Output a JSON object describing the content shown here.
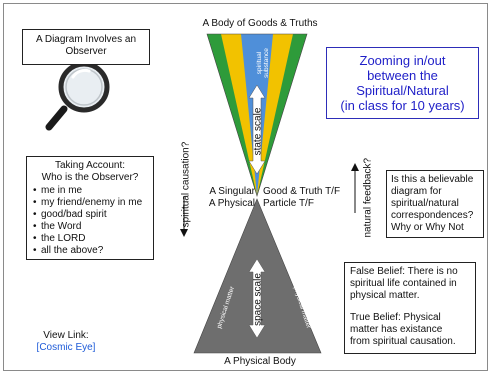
{
  "diagram": {
    "top_label": "A Body of Goods & Truths",
    "bottom_label": "A Physical Body",
    "state_scale": "state scale",
    "space_scale": "space scale",
    "spiritual_substance": "spiritual substance",
    "physical_matter": "physical matter",
    "singular_line1": "A Singular",
    "singular_line2": "A Physical",
    "good_truth_line1": "Good & Truth T/F",
    "good_truth_line2": "Particle T/F",
    "spiritual_causation": "spiritual causation?",
    "natural_feedback": "natural feedback?",
    "colors": {
      "green": "#2e9b3a",
      "yellow": "#f2c200",
      "blue": "#4f8fd9",
      "gray": "#6e6e6e",
      "title_blue": "#1f1fc8",
      "link": "#1e5bd8"
    }
  },
  "observer_box": {
    "text": "A Diagram Involves an Observer",
    "icon": "magnifying-glass-icon"
  },
  "zoom_box": {
    "line1": "Zooming in/out",
    "line2": "between the",
    "line3": "Spiritual/Natural",
    "line4": "(in class for 10 years)"
  },
  "account_box": {
    "title_line1": "Taking Account:",
    "title_line2": "Who is the Observer?",
    "items": [
      "me in me",
      "my friend/enemy in me",
      "good/bad spirit",
      "the Word",
      "the LORD",
      "all the above?"
    ]
  },
  "believe_box": {
    "line1": "Is this a believable",
    "line2": "diagram for",
    "line3": "spiritual/natural",
    "line4": "correspondences?",
    "line5": "Why or Why Not"
  },
  "false_box": {
    "false_line1": "False Belief: There is no",
    "false_line2": "spiritual life contained in",
    "false_line3": "physical matter.",
    "true_line1": "True Belief: Physical",
    "true_line2": "matter has existance",
    "true_line3": "from spiritual causation."
  },
  "view_link": {
    "label": "View Link:",
    "link_text": "[Cosmic Eye]"
  }
}
